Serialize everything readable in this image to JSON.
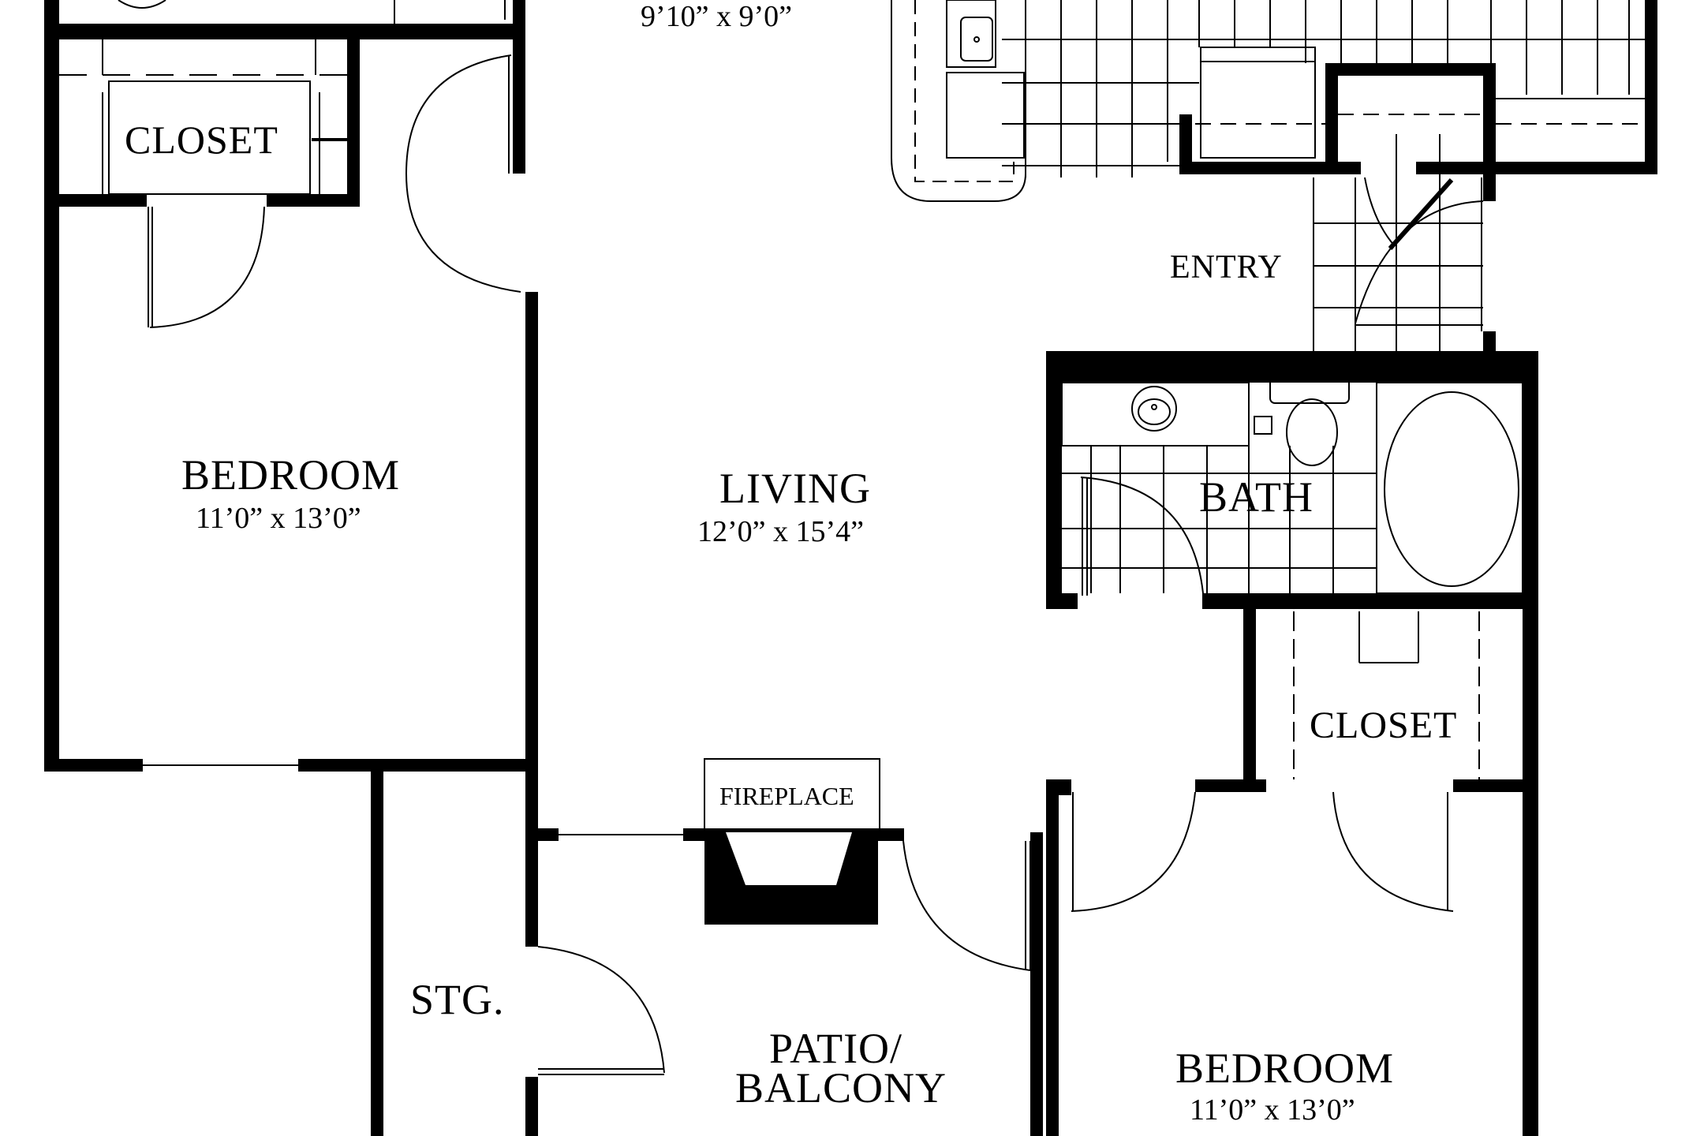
{
  "plan": {
    "kitchen": {
      "dimensions": "9’10” x 9’0”"
    },
    "closet_left": {
      "label": "CLOSET"
    },
    "bedroom_left": {
      "label": "BEDROOM",
      "dimensions": "11’0” x 13’0”"
    },
    "living": {
      "label": "LIVING",
      "dimensions": "12’0” x 15’4”"
    },
    "entry": {
      "label": "ENTRY"
    },
    "bath": {
      "label": "BATH"
    },
    "closet_right": {
      "label": "CLOSET"
    },
    "fireplace": {
      "label": "FIREPLACE"
    },
    "storage": {
      "label": "STG."
    },
    "patio": {
      "label_line1": "PATIO/",
      "label_line2": "BALCONY"
    },
    "bedroom_right": {
      "label": "BEDROOM",
      "dimensions": "11’0” x 13’0”"
    }
  },
  "colors": {
    "wall": "#000000",
    "background": "#ffffff",
    "line": "#000000"
  }
}
